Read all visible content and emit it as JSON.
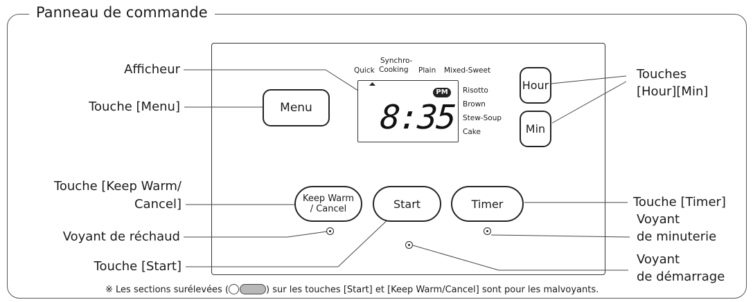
{
  "frame_title": "Panneau de commande",
  "callouts": {
    "display": "Afficheur",
    "menu_key": "Touche [Menu]",
    "keep_warm_key_line1": "Touche [Keep Warm/",
    "keep_warm_key_line2": "Cancel]",
    "warm_lamp": "Voyant de réchaud",
    "start_key": "Touche [Start]",
    "hour_min_keys_line1": "Touches",
    "hour_min_keys_line2": "[Hour][Min]",
    "timer_key": "Touche [Timer]",
    "timer_lamp_line1": "Voyant",
    "timer_lamp_line2": "de minuterie",
    "start_lamp_line1": "Voyant",
    "start_lamp_line2": "de démarrage"
  },
  "buttons": {
    "menu": "Menu",
    "hour": "Hour",
    "min": "Min",
    "keep_warm_line1": "Keep Warm",
    "keep_warm_line2": "/ Cancel",
    "start": "Start",
    "timer": "Timer"
  },
  "menu_top": {
    "quick": "Quick",
    "synchro_line1": "Synchro-",
    "synchro_line2": "Cooking",
    "plain": "Plain",
    "mixed_sweet": "Mixed-Sweet"
  },
  "menu_side": [
    "Risotto",
    "Brown",
    "Stew-Soup",
    "Cake"
  ],
  "display": {
    "time": "8:35",
    "pm": "PM"
  },
  "footnote": {
    "mark": "※",
    "before": "Les sections surélevées (",
    "after": ") sur les touches [Start] et [Keep Warm/Cancel] sont pour les malvoyants."
  }
}
